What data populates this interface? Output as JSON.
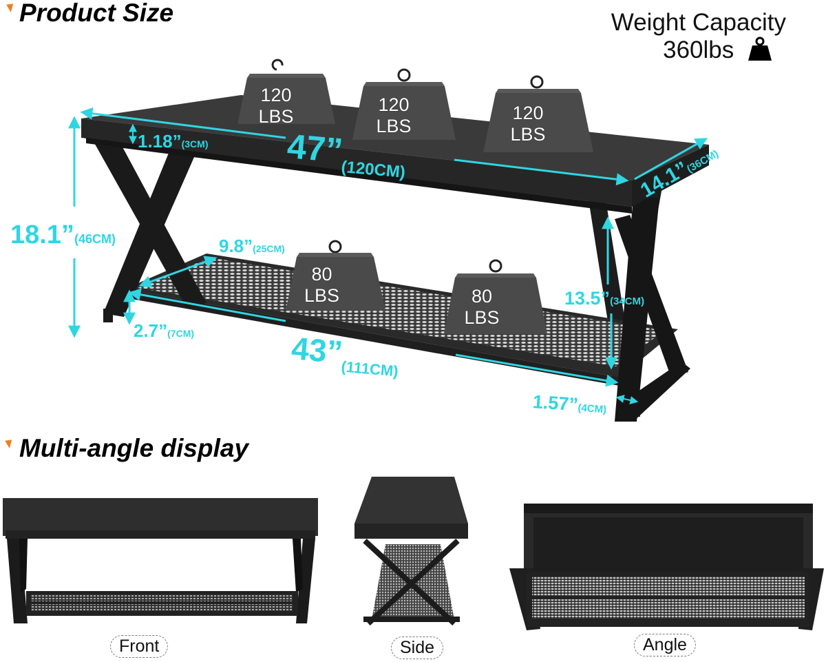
{
  "sections": {
    "product_size": {
      "title": "Product Size"
    },
    "multi_angle": {
      "title": "Multi-angle display"
    }
  },
  "weight_capacity": {
    "label": "Weight Capacity",
    "value": "360lbs",
    "icon": "weight-icon"
  },
  "top_shelf_weights": [
    {
      "amount": "120",
      "unit": "LBS"
    },
    {
      "amount": "120",
      "unit": "LBS"
    },
    {
      "amount": "120",
      "unit": "LBS"
    }
  ],
  "bottom_shelf_weights": [
    {
      "amount": "80",
      "unit": "LBS"
    },
    {
      "amount": "80",
      "unit": "LBS"
    }
  ],
  "dimensions": {
    "top_thickness": {
      "imperial": "1.18”",
      "metric": "(3CM)"
    },
    "length": {
      "imperial": "47”",
      "metric": "(120CM)"
    },
    "depth": {
      "imperial": "14.1”",
      "metric": "(36CM)"
    },
    "height": {
      "imperial": "18.1”",
      "metric": "(46CM)"
    },
    "shelf_depth": {
      "imperial": "9.8”",
      "metric": "(25CM)"
    },
    "shelf_clearance": {
      "imperial": "2.7”",
      "metric": "(7CM)"
    },
    "shelf_length": {
      "imperial": "43”",
      "metric": "(111CM)"
    },
    "shelf_height": {
      "imperial": "13.5”",
      "metric": "(34CM)"
    },
    "leg_width": {
      "imperial": "1.57”",
      "metric": "(4CM)"
    }
  },
  "views": [
    {
      "label": "Front"
    },
    {
      "label": "Side"
    },
    {
      "label": "Angle"
    }
  ],
  "colors": {
    "accent": "#2fd6e2",
    "marker": "#f07f1f",
    "product": "#2b2b2b"
  }
}
